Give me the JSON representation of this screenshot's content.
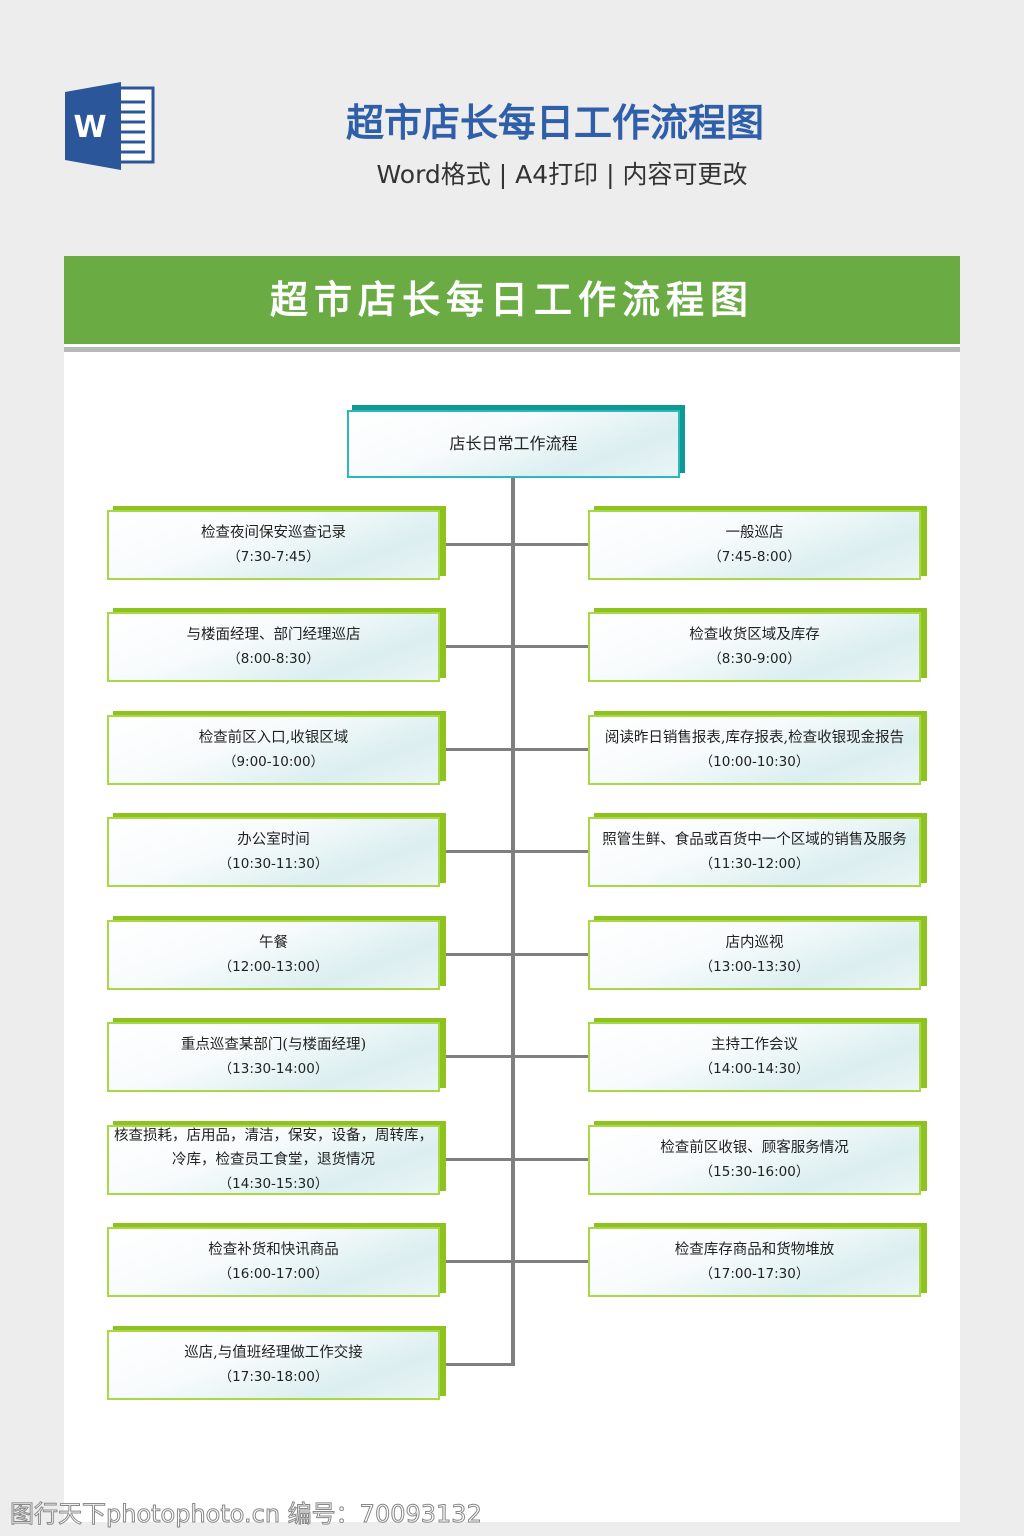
{
  "header": {
    "title": "超市店长每日工作流程图",
    "subtitle": "Word格式 | A4打印 | 内容可更改",
    "logo_letter": "W"
  },
  "doc": {
    "banner": "超市店长每日工作流程图",
    "root": "店长日常工作流程"
  },
  "left": [
    {
      "title": "检查夜间保安巡查记录",
      "time": "（7:30-7:45）"
    },
    {
      "title": "与楼面经理、部门经理巡店",
      "time": "（8:00-8:30）"
    },
    {
      "title": "检查前区入口,收银区域",
      "time": "（9:00-10:00）"
    },
    {
      "title": "办公室时间",
      "time": "（10:30-11:30）"
    },
    {
      "title": "午餐",
      "time": "（12:00-13:00）"
    },
    {
      "title": "重点巡查某部门(与楼面经理)",
      "time": "（13:30-14:00）"
    },
    {
      "title": "核查损耗，店用品，清洁，保安，设备，周转库，冷库，检查员工食堂，退货情况",
      "time": "（14:30-15:30）"
    },
    {
      "title": "检查补货和快讯商品",
      "time": "（16:00-17:00）"
    },
    {
      "title": "巡店,与值班经理做工作交接",
      "time": "（17:30-18:00）"
    }
  ],
  "right": [
    {
      "title": "一般巡店",
      "time": "（7:45-8:00）"
    },
    {
      "title": "检查收货区域及库存",
      "time": "（8:30-9:00）"
    },
    {
      "title": "阅读昨日销售报表,库存报表,检查收银现金报告",
      "time": "（10:00-10:30）"
    },
    {
      "title": "照管生鲜、食品或百货中一个区域的销售及服务",
      "time": "（11:30-12:00）"
    },
    {
      "title": "店内巡视",
      "time": "（13:00-13:30）"
    },
    {
      "title": "主持工作会议",
      "time": "（14:00-14:30）"
    },
    {
      "title": "检查前区收银、顾客服务情况",
      "time": "（15:30-16:00）"
    },
    {
      "title": "检查库存商品和货物堆放",
      "time": "（17:00-17:30）"
    }
  ],
  "watermark": "图行天下photophoto.cn 编号：70093132"
}
